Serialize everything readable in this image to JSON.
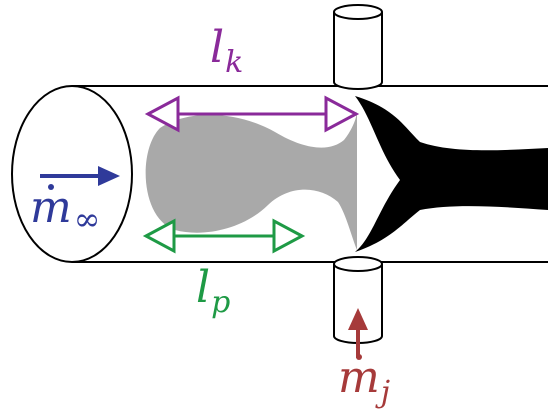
{
  "labels": {
    "lk": {
      "main": "l",
      "sub": "k"
    },
    "lp": {
      "main": "l",
      "sub": "p"
    },
    "mdot_inf": {
      "main": "m",
      "sub": "∞"
    },
    "mdot_j": {
      "main": "m",
      "sub": "j"
    }
  },
  "colors": {
    "purple": "#8a2a9a",
    "green": "#1e9a45",
    "blue": "#2f3a9a",
    "red": "#a63a3a",
    "jet": "#000000",
    "recirculation": "#a9a9a9"
  }
}
